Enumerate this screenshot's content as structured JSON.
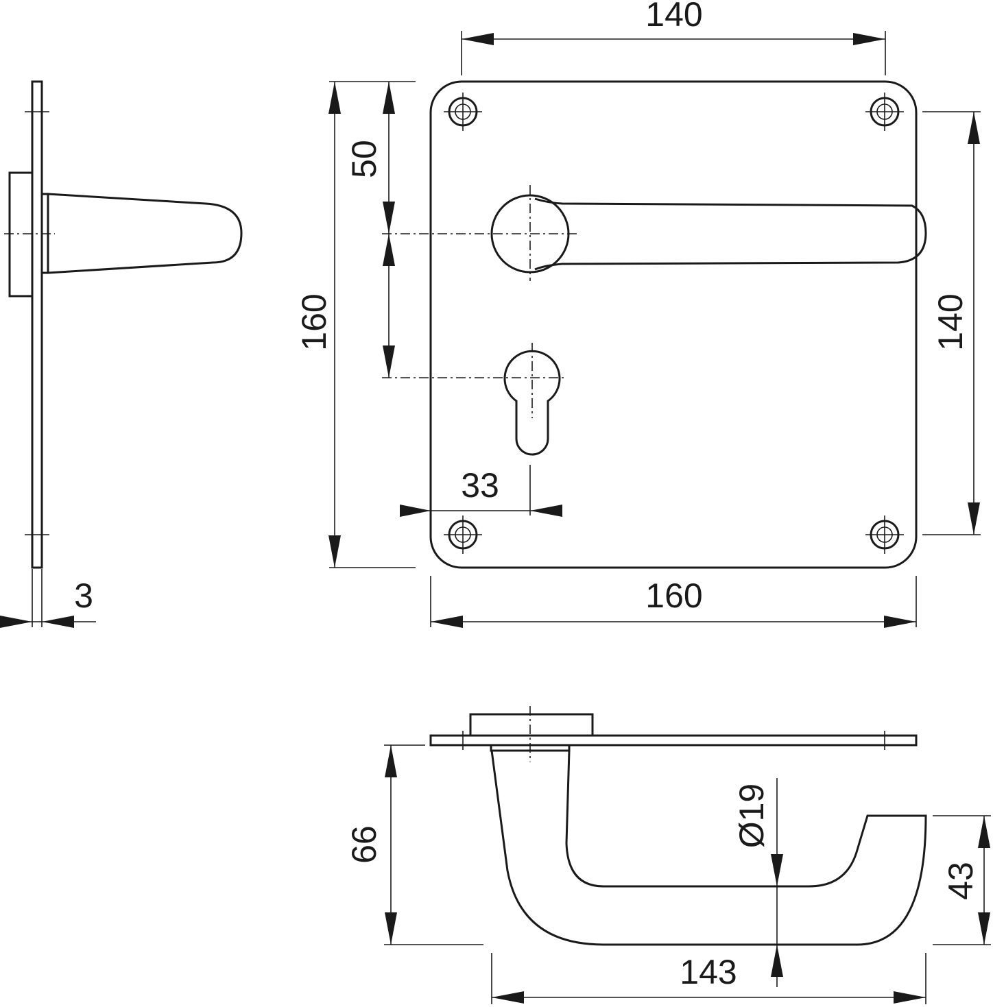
{
  "drawing": {
    "front_view": {
      "width_hole_spacing": "140",
      "plate_height": "160",
      "handle_offset_from_top": "50",
      "height_hole_spacing": "140",
      "keyhole_offset": "33",
      "plate_width": "160"
    },
    "side_view": {
      "plate_thickness": "3"
    },
    "bottom_view": {
      "lever_projection": "66",
      "lever_diameter": "Ø19",
      "lever_grip_height": "43",
      "lever_length": "143"
    }
  }
}
